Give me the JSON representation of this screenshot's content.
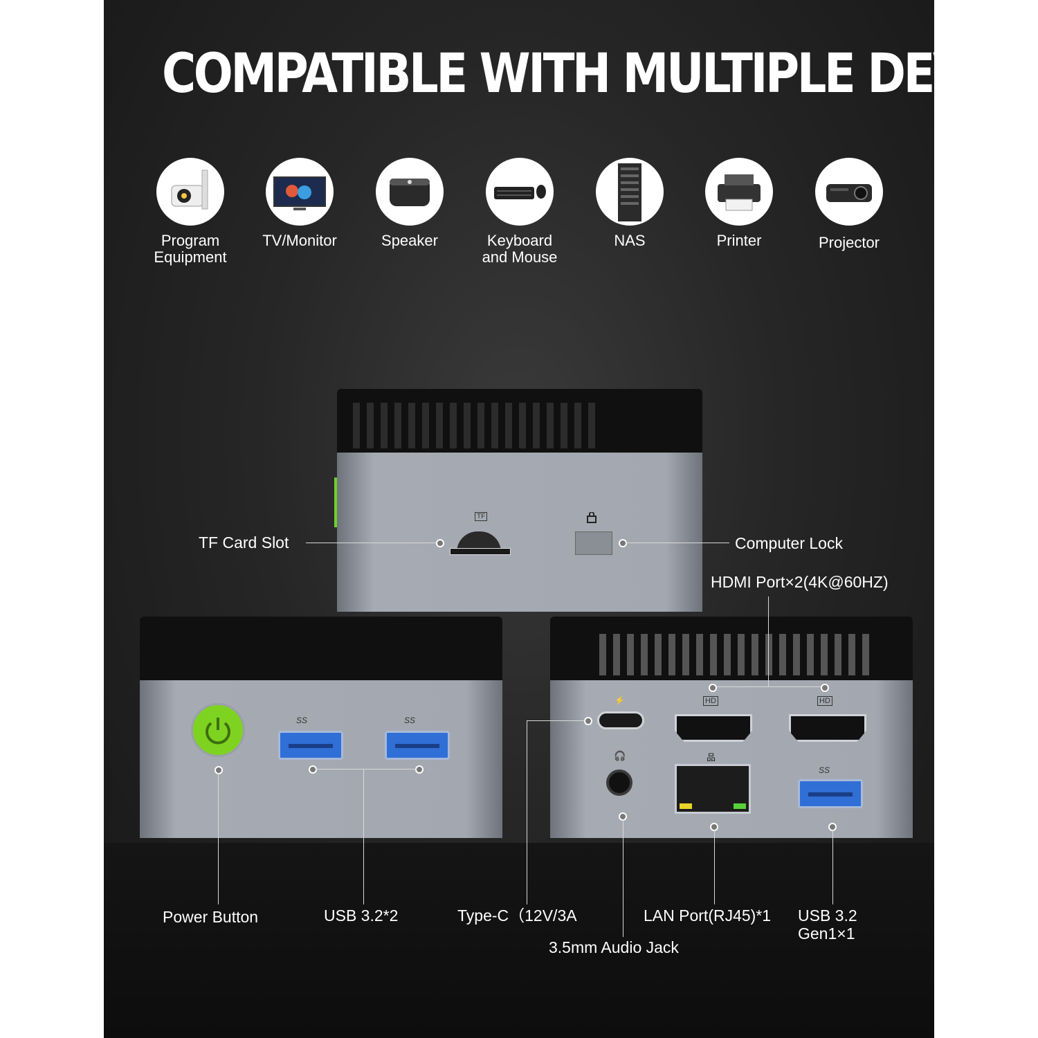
{
  "title": "COMPATIBLE WITH MULTIPLE DEVICES",
  "devices": [
    {
      "label": "Program Equipment",
      "icon": "security-camera-icon"
    },
    {
      "label": "TV/Monitor",
      "icon": "tv-monitor-icon"
    },
    {
      "label": "Speaker",
      "icon": "speaker-icon"
    },
    {
      "label": "Keyboard and Mouse",
      "icon": "keyboard-mouse-icon"
    },
    {
      "label": "NAS",
      "icon": "nas-icon"
    },
    {
      "label": "Printer",
      "icon": "printer-icon"
    },
    {
      "label": "Projector",
      "icon": "projector-icon"
    }
  ],
  "ports": {
    "tf_card": "TF Card Slot",
    "computer_lock": "Computer Lock",
    "hdmi": "HDMI Port×2(4K@60HZ)",
    "power_button": "Power Button",
    "usb_front": "USB 3.2*2",
    "type_c": "Type-C（12V/3A",
    "audio_jack": "3.5mm Audio Jack",
    "lan": "LAN Port(RJ45)*1",
    "usb_rear_line1": "USB 3.2",
    "usb_rear_line2": "Gen1×1"
  },
  "port_marks": {
    "ss": "SS",
    "hd": "HD",
    "tf": "TF"
  },
  "colors": {
    "background": "#222222",
    "text": "#ffffff",
    "power_button": "#7ed321",
    "usb_port": "#2f6fd6"
  }
}
